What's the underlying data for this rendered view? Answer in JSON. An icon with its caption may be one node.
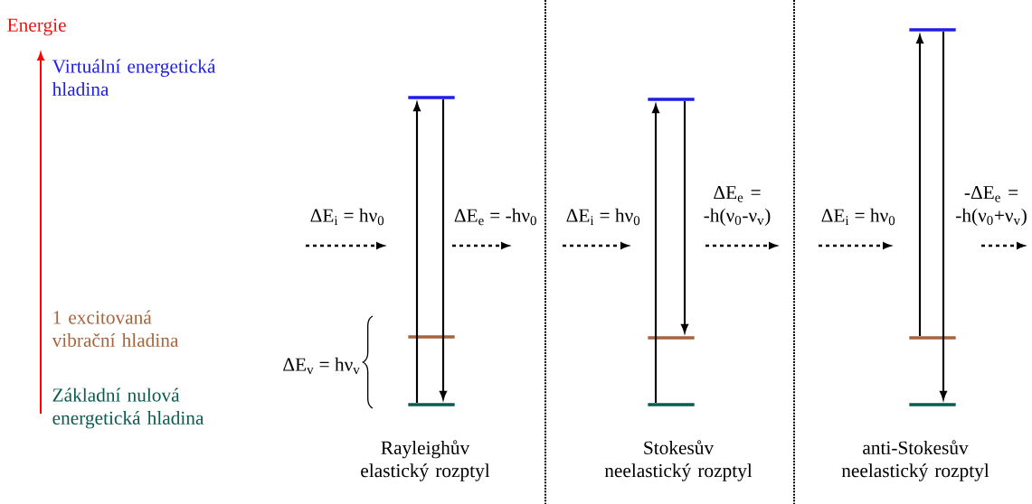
{
  "diagram": {
    "nodes": [
      {
        "text": [],
        "shape": "bar"
      },
      {
        "text": [],
        "shape": "bar"
      },
      {
        "text": [],
        "shape": "bar"
      },
      {
        "text": [],
        "shape": "bar"
      },
      {
        "text": [],
        "shape": "bar"
      },
      {
        "text": [],
        "shape": "bar"
      },
      {
        "text": [],
        "shape": "bar"
      },
      {
        "text": [],
        "shape": "bar"
      },
      {
        "text": [],
        "shape": "bar"
      }
    ],
    "edges": [
      {
        "from": 2,
        "to": 0,
        "arrow": "to"
      },
      {
        "from": 0,
        "to": 2,
        "arrow": "to"
      },
      {
        "from": 5,
        "to": 3,
        "arrow": "to"
      },
      {
        "from": 3,
        "to": 4,
        "arrow": "to"
      },
      {
        "from": 7,
        "to": 6,
        "arrow": "to"
      },
      {
        "from": 6,
        "to": 8,
        "arrow": "to"
      }
    ],
    "labels": [
      "Energie",
      "Virtuální energetická hladina",
      "1 excitovaná vibrační hladina",
      "Základní nulová energetická hladina",
      "ΔE$_{v}$ = hν$_{v}$",
      "ΔE$_{i}$ = hν$_{0}$",
      "ΔE$_{e}$ = -hν$_{0}$",
      "ΔE$_{i}$ = hν$_{0}$",
      "ΔE$_{e}$ = -h(ν$_{0}$-ν$_{v}$)",
      "ΔE$_{i}$ = hν$_{0}$",
      "-ΔE$_{e}$ = -h(ν$_{0}$+ν$_{v}$)",
      "Rayleighův elastický rozptyl",
      "Stokesův neelastický rozptyl",
      "anti-Stokesův neelastický rozptyl"
    ]
  }
}
